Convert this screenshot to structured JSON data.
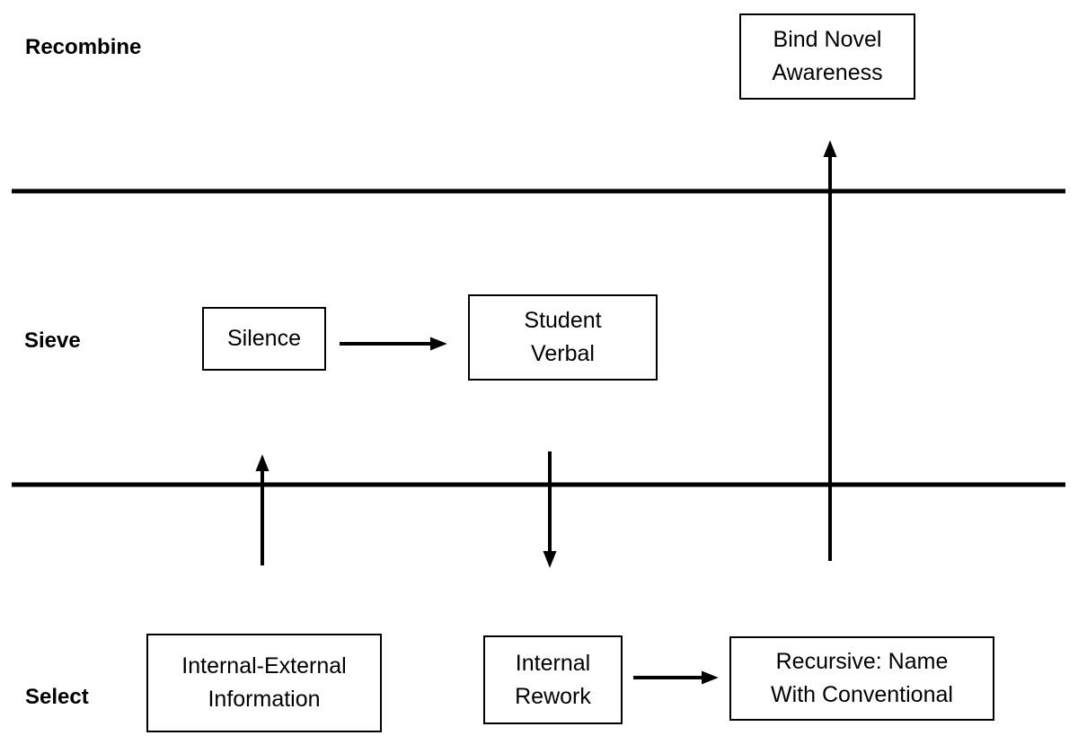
{
  "diagram": {
    "colors": {
      "background": "#ffffff",
      "foreground": "#000000"
    },
    "row_labels": [
      {
        "id": "recombine",
        "label": "Recombine"
      },
      {
        "id": "sieve",
        "label": "Sieve"
      },
      {
        "id": "select",
        "label": "Select"
      }
    ],
    "boxes": [
      {
        "id": "bind-novel-awareness",
        "band": "recombine",
        "text": "Bind Novel\nAwareness"
      },
      {
        "id": "silence",
        "band": "sieve",
        "text": "Silence"
      },
      {
        "id": "student-verbal",
        "band": "sieve",
        "text": "Student\nVerbal"
      },
      {
        "id": "internal-external-information",
        "band": "select",
        "text": "Internal-External\nInformation"
      },
      {
        "id": "internal-rework",
        "band": "select",
        "text": "Internal\nRework"
      },
      {
        "id": "recursive-name-with-conventional",
        "band": "select",
        "text": "Recursive: Name\nWith Conventional"
      }
    ],
    "edges": [
      {
        "from": "silence",
        "to": "student-verbal",
        "direction": "right"
      },
      {
        "from": "internal-external-information",
        "to": "silence",
        "direction": "up"
      },
      {
        "from": "student-verbal",
        "to": "internal-rework",
        "direction": "down"
      },
      {
        "from": "internal-rework",
        "to": "recursive-name-with-conventional",
        "direction": "right"
      },
      {
        "from": "recursive-name-with-conventional",
        "to": "bind-novel-awareness",
        "direction": "up"
      }
    ]
  }
}
